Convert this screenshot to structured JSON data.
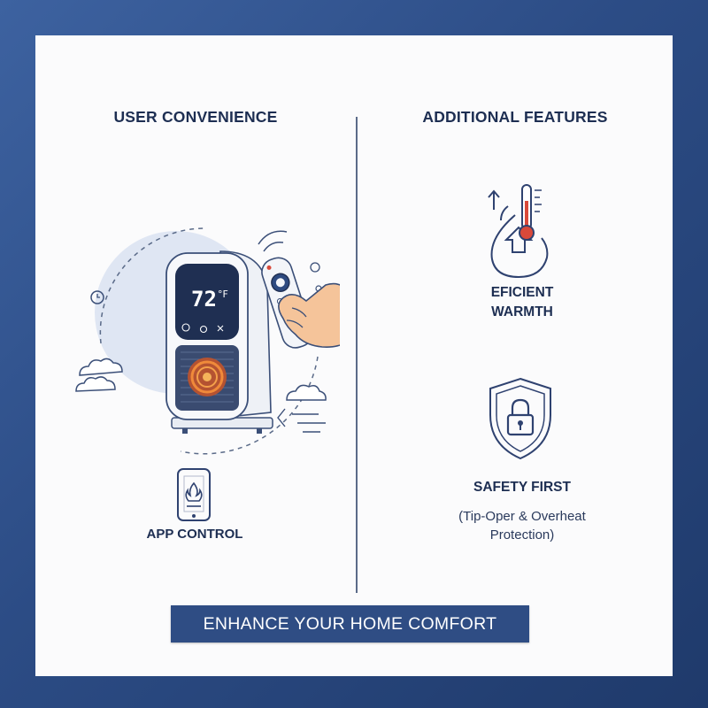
{
  "left_column": {
    "heading": "USER CONVENIENCE",
    "heater_display": {
      "temperature": "72",
      "unit": "°F"
    },
    "app_control_label": "APP CONTROL"
  },
  "right_column": {
    "heading": "ADDITIONAL FEATURES",
    "efficient_warmth": {
      "line1": "EFICIENT",
      "line2": "WARMTH"
    },
    "safety": {
      "title": "SAFETY FIRST",
      "subtitle_line1": "(Tip-Oper & Overheat",
      "subtitle_line2": "Protection)"
    }
  },
  "cta": {
    "label": "ENHANCE YOUR HOME COMFORT"
  },
  "colors": {
    "background_top": "#3d62a0",
    "background_bottom": "#1f3a6b",
    "card": "#fbfbfc",
    "ink": "#1d2e52",
    "cta": "#2f4d84",
    "heat_orange": "#e8722c"
  },
  "icons": [
    "heater-remote-illustration",
    "smartphone-flame-icon",
    "thermometer-flame-icon",
    "shield-lock-icon"
  ]
}
